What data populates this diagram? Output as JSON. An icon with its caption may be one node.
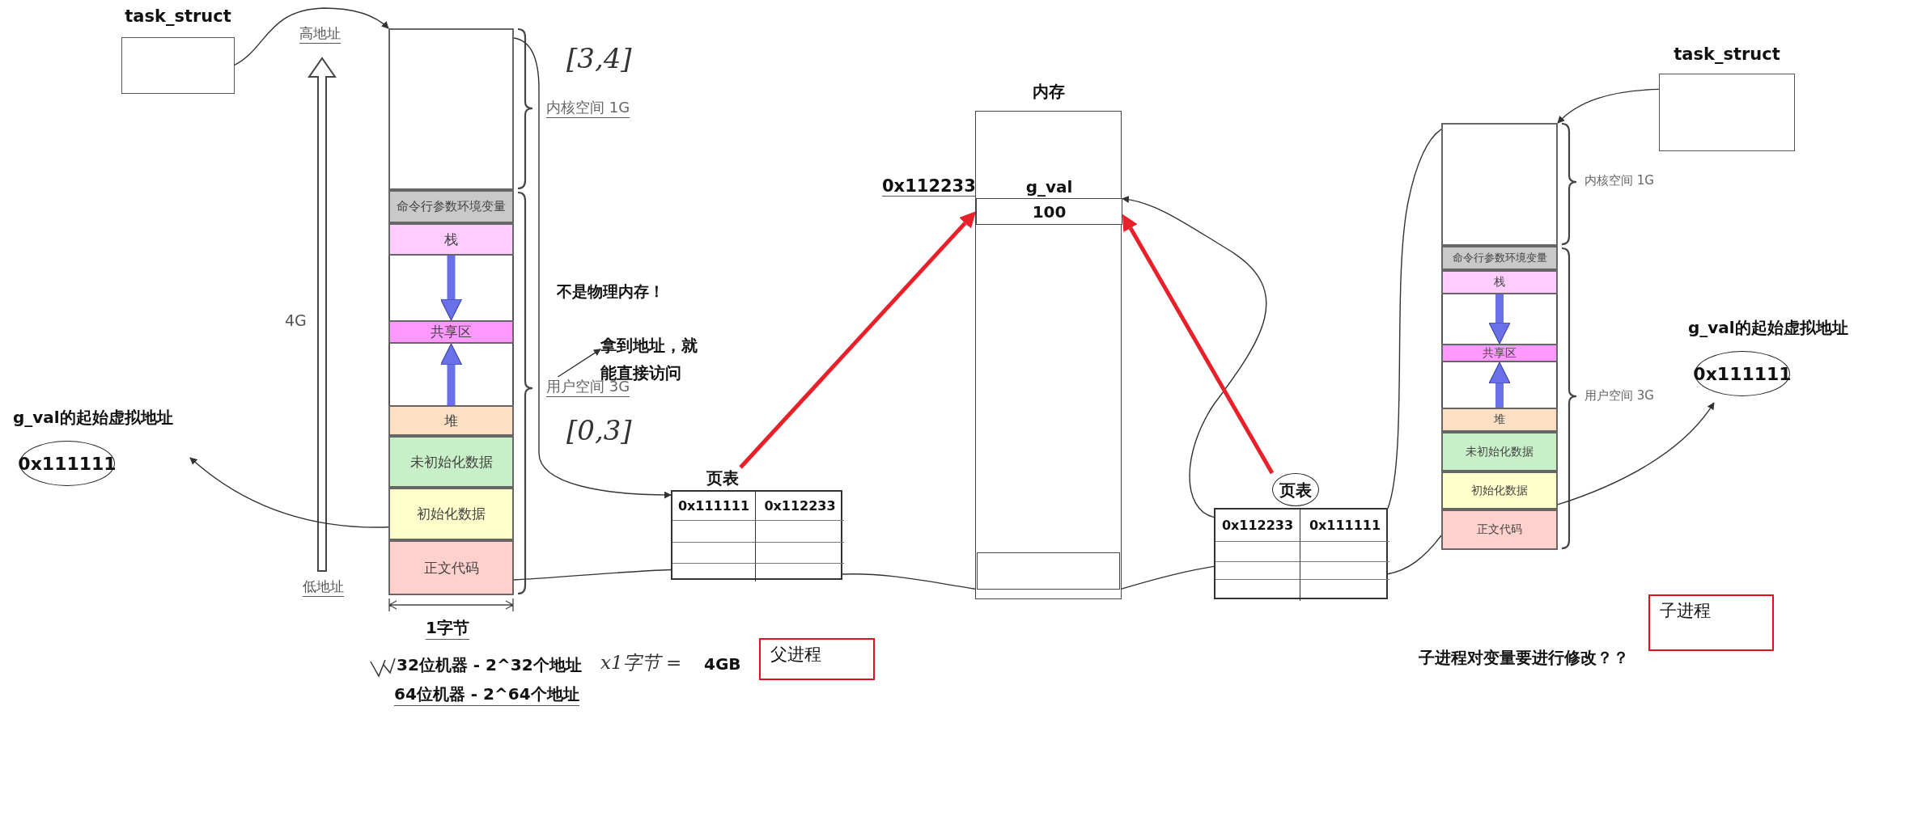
{
  "diagram": {
    "nodes": [
      {
        "text": [
          "task_struct"
        ]
      },
      {
        "text": [],
        "shape": "box"
      },
      {
        "text": [],
        "shape": "box",
        "in": 1
      },
      {
        "text": [
          "命令行参数环境变量"
        ],
        "in": 1
      },
      {
        "text": [
          "栈"
        ],
        "in": 1
      },
      {
        "text": [
          "共享区"
        ],
        "in": 1
      },
      {
        "text": [
          "堆"
        ],
        "in": 1
      },
      {
        "text": [
          "未初始化数据"
        ],
        "in": 1
      },
      {
        "text": [
          "初始化数据"
        ],
        "in": 1
      },
      {
        "text": [
          "正文代码"
        ],
        "in": 1
      },
      {
        "text": [
          "g_val的起始虚拟地址",
          "0x111111"
        ]
      },
      {
        "text": [
          "拿到地址，就能直接访问"
        ]
      },
      {
        "text": [
          "页表",
          "0x111111",
          "0x112233"
        ]
      },
      {
        "text": [
          "内存"
        ]
      },
      {
        "text": [
          "g_val",
          "100"
        ],
        "in": 13
      },
      {
        "text": [],
        "shape": "box",
        "in": 13
      },
      {
        "text": [
          "页表",
          "0x112233",
          "0x111111"
        ]
      },
      {
        "text": [
          "task_struct"
        ]
      },
      {
        "text": [],
        "shape": "box"
      },
      {
        "text": [],
        "shape": "box",
        "in": 18
      },
      {
        "text": [
          "命令行参数环境变量"
        ],
        "in": 18
      },
      {
        "text": [
          "栈"
        ],
        "in": 18
      },
      {
        "text": [
          "共享区"
        ],
        "in": 18
      },
      {
        "text": [
          "堆"
        ],
        "in": 18
      },
      {
        "text": [
          "未初始化数据"
        ],
        "in": 18
      },
      {
        "text": [
          "初始化数据"
        ],
        "in": 18
      },
      {
        "text": [
          "正文代码"
        ],
        "in": 18
      },
      {
        "text": [
          "g_val的起始虚拟地址",
          "0x111111"
        ]
      },
      {
        "text": [
          "父进程"
        ]
      },
      {
        "text": [
          "子进程"
        ]
      },
      {
        "text": [
          "用户空间 3G"
        ]
      }
    ],
    "edges": [
      {
        "from": 0,
        "to": 1,
        "arrow": "to"
      },
      {
        "from": 2,
        "to": 12,
        "arrow": "to"
      },
      {
        "from": 9,
        "to": 12,
        "arrow": "none"
      },
      {
        "from": 8,
        "to": 10,
        "arrow": "to"
      },
      {
        "from": 30,
        "to": 11,
        "arrow": "to"
      },
      {
        "from": 12,
        "to": 14,
        "arrow": "to",
        "style": "thick",
        "color": "#e8202a"
      },
      {
        "from": 12,
        "to": 13,
        "arrow": "none"
      },
      {
        "from": 13,
        "to": 16,
        "arrow": "none"
      },
      {
        "from": 16,
        "to": 14,
        "arrow": "to"
      },
      {
        "from": 16,
        "to": 14,
        "arrow": "to",
        "style": "thick",
        "color": "#e8202a"
      },
      {
        "from": 16,
        "to": 18,
        "arrow": "none"
      },
      {
        "from": 26,
        "to": 16,
        "arrow": "none"
      },
      {
        "from": 17,
        "to": 18,
        "arrow": "to"
      },
      {
        "from": 25,
        "to": 27,
        "arrow": "to"
      },
      {
        "from": 4,
        "to": 5,
        "arrow": "to",
        "style": "thick",
        "color": "#6a70e8"
      },
      {
        "from": 6,
        "to": 5,
        "arrow": "to",
        "style": "thick",
        "color": "#6a70e8"
      },
      {
        "from": 21,
        "to": 22,
        "arrow": "to",
        "style": "thick",
        "color": "#6a70e8"
      },
      {
        "from": 23,
        "to": 22,
        "arrow": "to",
        "style": "thick",
        "color": "#6a70e8"
      }
    ],
    "labels": [
      "高地址",
      "4G",
      "低地址",
      "[3,4]",
      "内核空间 1G",
      "[0,3]",
      "不是物理内存！",
      "1字节",
      "32位机器 - 2^32个地址",
      "x1字节 =",
      "4GB",
      "64位机器 - 2^64个地址",
      "0x112233",
      "内核空间 1G",
      "用户空间 3G",
      "子进程对变量要进行修改？？"
    ]
  }
}
